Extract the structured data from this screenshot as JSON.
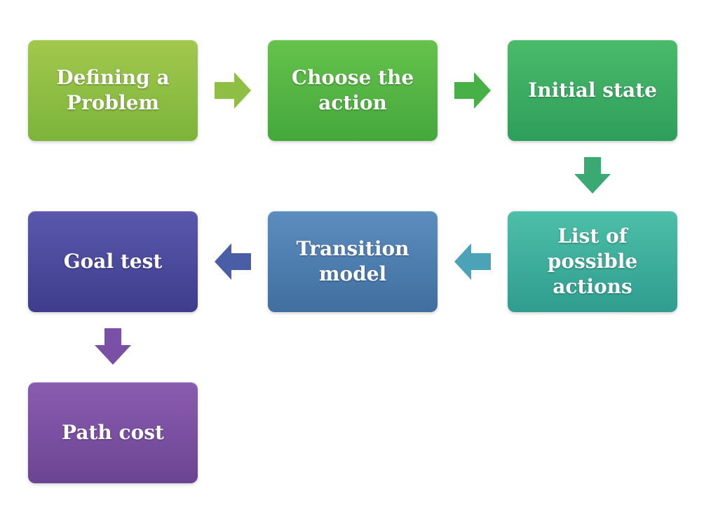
{
  "steps": [
    {
      "label": "Defining a\nProblem",
      "color_top": "#a1c84c",
      "color_bottom": "#7cb43a"
    },
    {
      "label": "Choose the\naction",
      "color_top": "#66c24b",
      "color_bottom": "#44a83c"
    },
    {
      "label": "Initial state",
      "color_top": "#4aba6a",
      "color_bottom": "#2e9e5c"
    },
    {
      "label": "List of\npossible\nactions",
      "color_top": "#4dbfa8",
      "color_bottom": "#2f9d8f"
    },
    {
      "label": "Transition\nmodel",
      "color_top": "#5d8cbf",
      "color_bottom": "#3f6e9f"
    },
    {
      "label": "Goal test",
      "color_top": "#5a58ad",
      "color_bottom": "#3e3c8c"
    },
    {
      "label": "Path cost",
      "color_top": "#8a5cb0",
      "color_bottom": "#6c4494"
    }
  ],
  "arrow_colors": {
    "a1": "#8fbe45",
    "a2": "#47b046",
    "a3": "#3aaa72",
    "a4": "#4ba3b8",
    "a5": "#4a5ea8",
    "a6": "#7a4fa6"
  }
}
